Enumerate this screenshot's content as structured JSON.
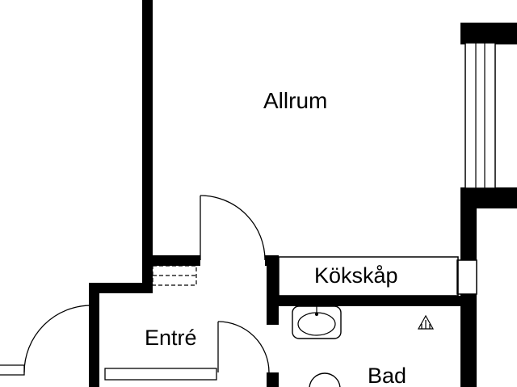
{
  "plan": {
    "type": "apartment-floorplan",
    "rooms": {
      "allrum": "Allrum",
      "kokskap": "Kökskåp",
      "entre": "Entré",
      "bad": "Bad"
    },
    "colors": {
      "wall": "#000000",
      "background": "#ffffff",
      "line": "#000000"
    },
    "fixtures": [
      "window-symbol",
      "door-swing-arc",
      "sink-symbol",
      "toilet-symbol",
      "drain-symbol",
      "wardrobe-dashed-symbol",
      "threshold-symbol"
    ]
  }
}
